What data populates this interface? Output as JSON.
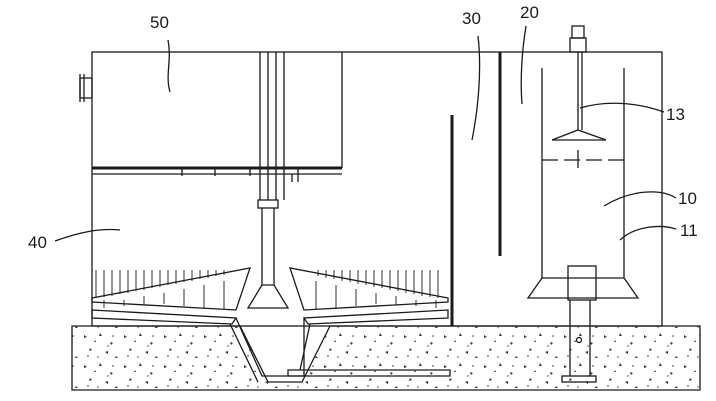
{
  "labels": {
    "l50": "50",
    "l30": "30",
    "l20": "20",
    "l13": "13",
    "l10": "10",
    "l40": "40",
    "l11": "11"
  }
}
